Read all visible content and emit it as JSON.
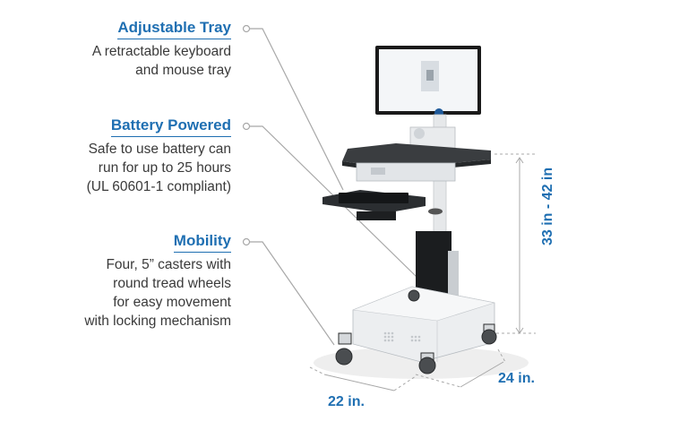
{
  "features": [
    {
      "title": "Adjustable Tray",
      "lines": [
        "A retractable keyboard",
        "and mouse tray"
      ]
    },
    {
      "title": "Battery Powered",
      "lines": [
        "Safe to use battery can",
        "run for up to 25 hours",
        "(UL 60601-1 compliant)"
      ]
    },
    {
      "title": "Mobility",
      "lines": [
        "Four, 5” casters with",
        "round tread wheels",
        "for easy movement",
        "with locking mechanism"
      ]
    }
  ],
  "dimensions": {
    "height": "33 in - 42 in",
    "depth": "24 in.",
    "width": "22 in."
  },
  "colors": {
    "accent": "#1f6fb2",
    "text": "#3a3a3a",
    "leader_line": "#a8a8a8"
  }
}
